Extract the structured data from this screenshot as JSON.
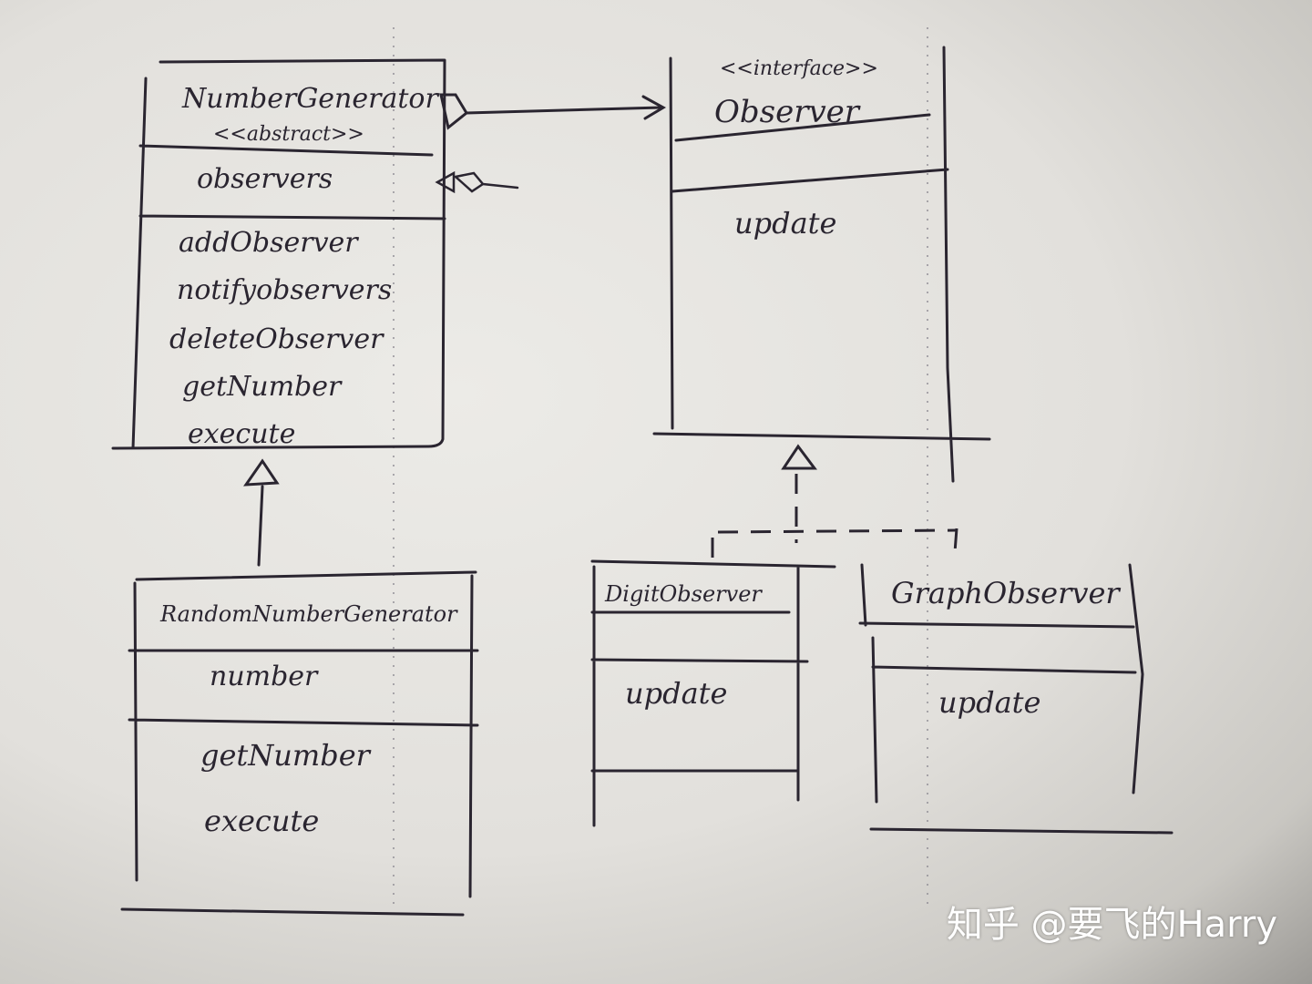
{
  "classes": {
    "number_generator": {
      "name": "NumberGenerator",
      "stereotype": "<<abstract>>",
      "fields": [
        "observers"
      ],
      "methods": [
        "addObserver",
        "notifyobservers",
        "deleteObserver",
        "getNumber",
        "execute"
      ]
    },
    "observer": {
      "stereotype": "<<interface>>",
      "name": "Observer",
      "methods": [
        "update"
      ]
    },
    "random_number_generator": {
      "name": "RandomNumberGenerator",
      "fields": [
        "number"
      ],
      "methods": [
        "getNumber",
        "execute"
      ]
    },
    "digit_observer": {
      "name": "DigitObserver",
      "methods": [
        "update"
      ]
    },
    "graph_observer": {
      "name": "GraphObserver",
      "methods": [
        "update"
      ]
    }
  },
  "watermark": "知乎 @要飞的Harry"
}
